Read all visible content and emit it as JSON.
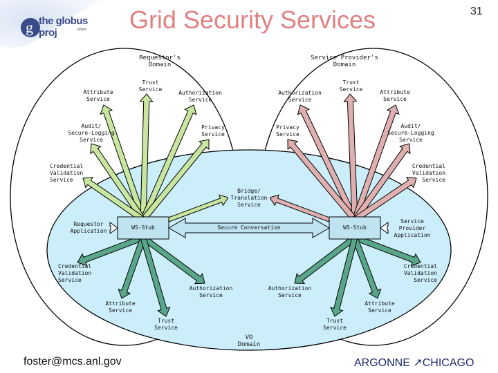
{
  "title": "Grid Security Services",
  "page_number": "31",
  "logo": {
    "text": "the globus proj",
    "sub": "www"
  },
  "domains": {
    "requestor": "Requestor's\nDomain",
    "provider": "Service Provider's\nDomain",
    "vo": "VO\nDomain"
  },
  "labels": {
    "attr_l": "Attribute\nService",
    "trust_l": "Trust\nService",
    "authz_l": "Authorization\nService",
    "authz_r": "Authorization\nService",
    "trust_r": "Trust\nService",
    "attr_r": "Attribute\nService",
    "audit_l": "Audit/\nSecure-Logging\nService",
    "priv_l": "Privacy\nService",
    "priv_r": "Privacy\nService",
    "audit_r": "Audit/\nSecure-Logging\nService",
    "cred_tl": "Credential\nValidation\nService",
    "cred_tr": "Credential\nValidation\nService",
    "bridge": "Bridge/\nTranslation\nService",
    "req_app": "Requestor\nApplication",
    "ws_l": "WS-Stub",
    "secure": "Secure Conversation",
    "ws_r": "WS-Stub",
    "prov_app": "Service\nProvider\nApplication",
    "cred_bl": "Credential\nValidation\nService",
    "cred_br": "Credential\nValidation\nService",
    "authz_vl": "Authorization\nService",
    "authz_vr": "Authorization\nService",
    "attr_vl": "Attribute\nService",
    "attr_vr": "Attribute\nService",
    "trust_vl": "Trust\nService",
    "trust_vr": "Trust\nService"
  },
  "footer": {
    "email": "foster@mcs.anl.gov",
    "brand": "ARGONNE ↗CHICAGO"
  },
  "colors": {
    "vo_fill": "#cceefa",
    "stub_fill": "#bfe3f0",
    "arrow_left": "#c8e6a0",
    "arrow_right": "#e0b0b0",
    "arrow_vo": "#5aa68a",
    "title": "#e08080"
  }
}
